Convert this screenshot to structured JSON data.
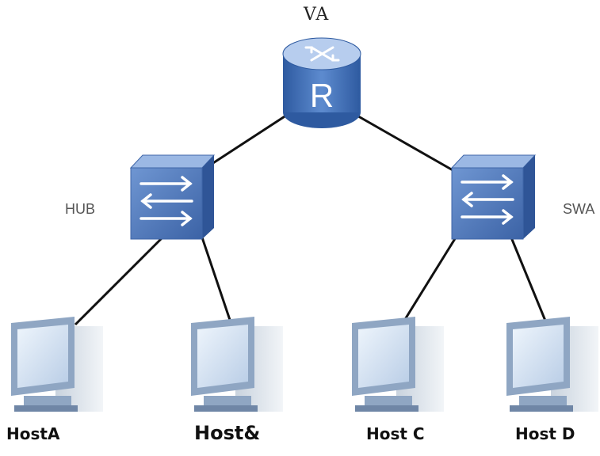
{
  "nodes": {
    "router": {
      "label": "VA",
      "icon": "router-icon",
      "glyph": "R"
    },
    "hub": {
      "label": "HUB",
      "icon": "hub-icon"
    },
    "switch": {
      "label": "SWA",
      "icon": "switch-icon"
    },
    "hosts": [
      {
        "label": "HostA",
        "icon": "pc-icon"
      },
      {
        "label": "Host&",
        "icon": "pc-icon"
      },
      {
        "label": "Host C",
        "icon": "pc-icon"
      },
      {
        "label": "Host D",
        "icon": "pc-icon"
      }
    ]
  },
  "colors": {
    "device_top": "#a9c3e8",
    "device_side": "#3f66a8",
    "device_front": "#5b84c4",
    "link": "#111111"
  }
}
